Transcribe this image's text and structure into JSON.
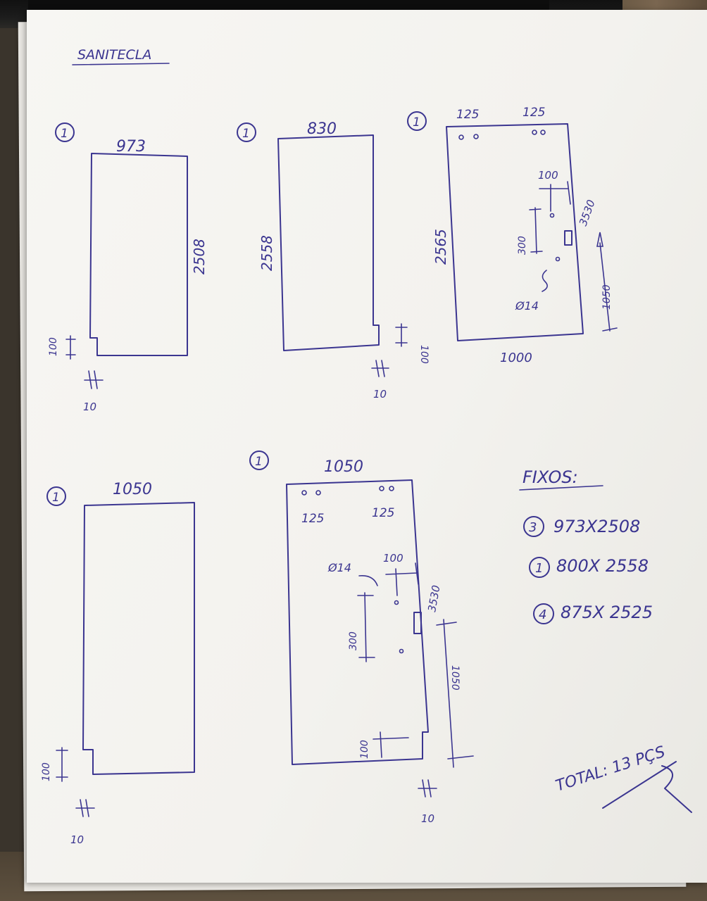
{
  "title": "SANITECLA",
  "panels": [
    {
      "qty": "1",
      "width": "973",
      "height": "2508",
      "notch_h": "100",
      "notch_w": "10"
    },
    {
      "qty": "1",
      "width": "830",
      "height": "2558",
      "notch_h": "100",
      "notch_w": "10"
    },
    {
      "qty": "1",
      "top_left": "125",
      "top_right": "125",
      "height": "2565",
      "width": "1000",
      "offset": "100",
      "hinge": "3530",
      "spacing": "300",
      "hole": "Ø14",
      "handle_h": "1050"
    },
    {
      "qty": "1",
      "width": "1050",
      "notch_h": "100",
      "notch_w": "10"
    },
    {
      "qty": "1",
      "width": "1050",
      "bottom_left": "125",
      "bottom_right": "125",
      "hole": "Ø14",
      "offset": "100",
      "hinge": "3530",
      "spacing": "300",
      "handle_h": "1050",
      "notch_h": "100",
      "notch_w": "10"
    }
  ],
  "fixos": {
    "label": "FIXOS:",
    "items": [
      {
        "qty": "3",
        "text": "973X2508"
      },
      {
        "qty": "1",
        "text": "800X 2558"
      },
      {
        "qty": "4",
        "text": "875X 2525"
      }
    ]
  },
  "total": "TOTAL: 13 PÇS"
}
